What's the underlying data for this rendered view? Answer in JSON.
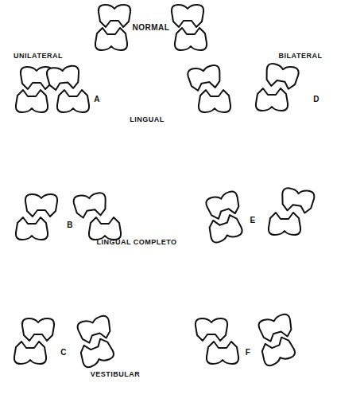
{
  "diagram": {
    "labels": [
      "NORMAL",
      "UNILATERAL",
      "BILATERAL",
      "A",
      "LINGUAL",
      "D",
      "B",
      "LINGUAL COMPLETO",
      "E",
      "C",
      "VESTIBULAR",
      "F"
    ]
  }
}
